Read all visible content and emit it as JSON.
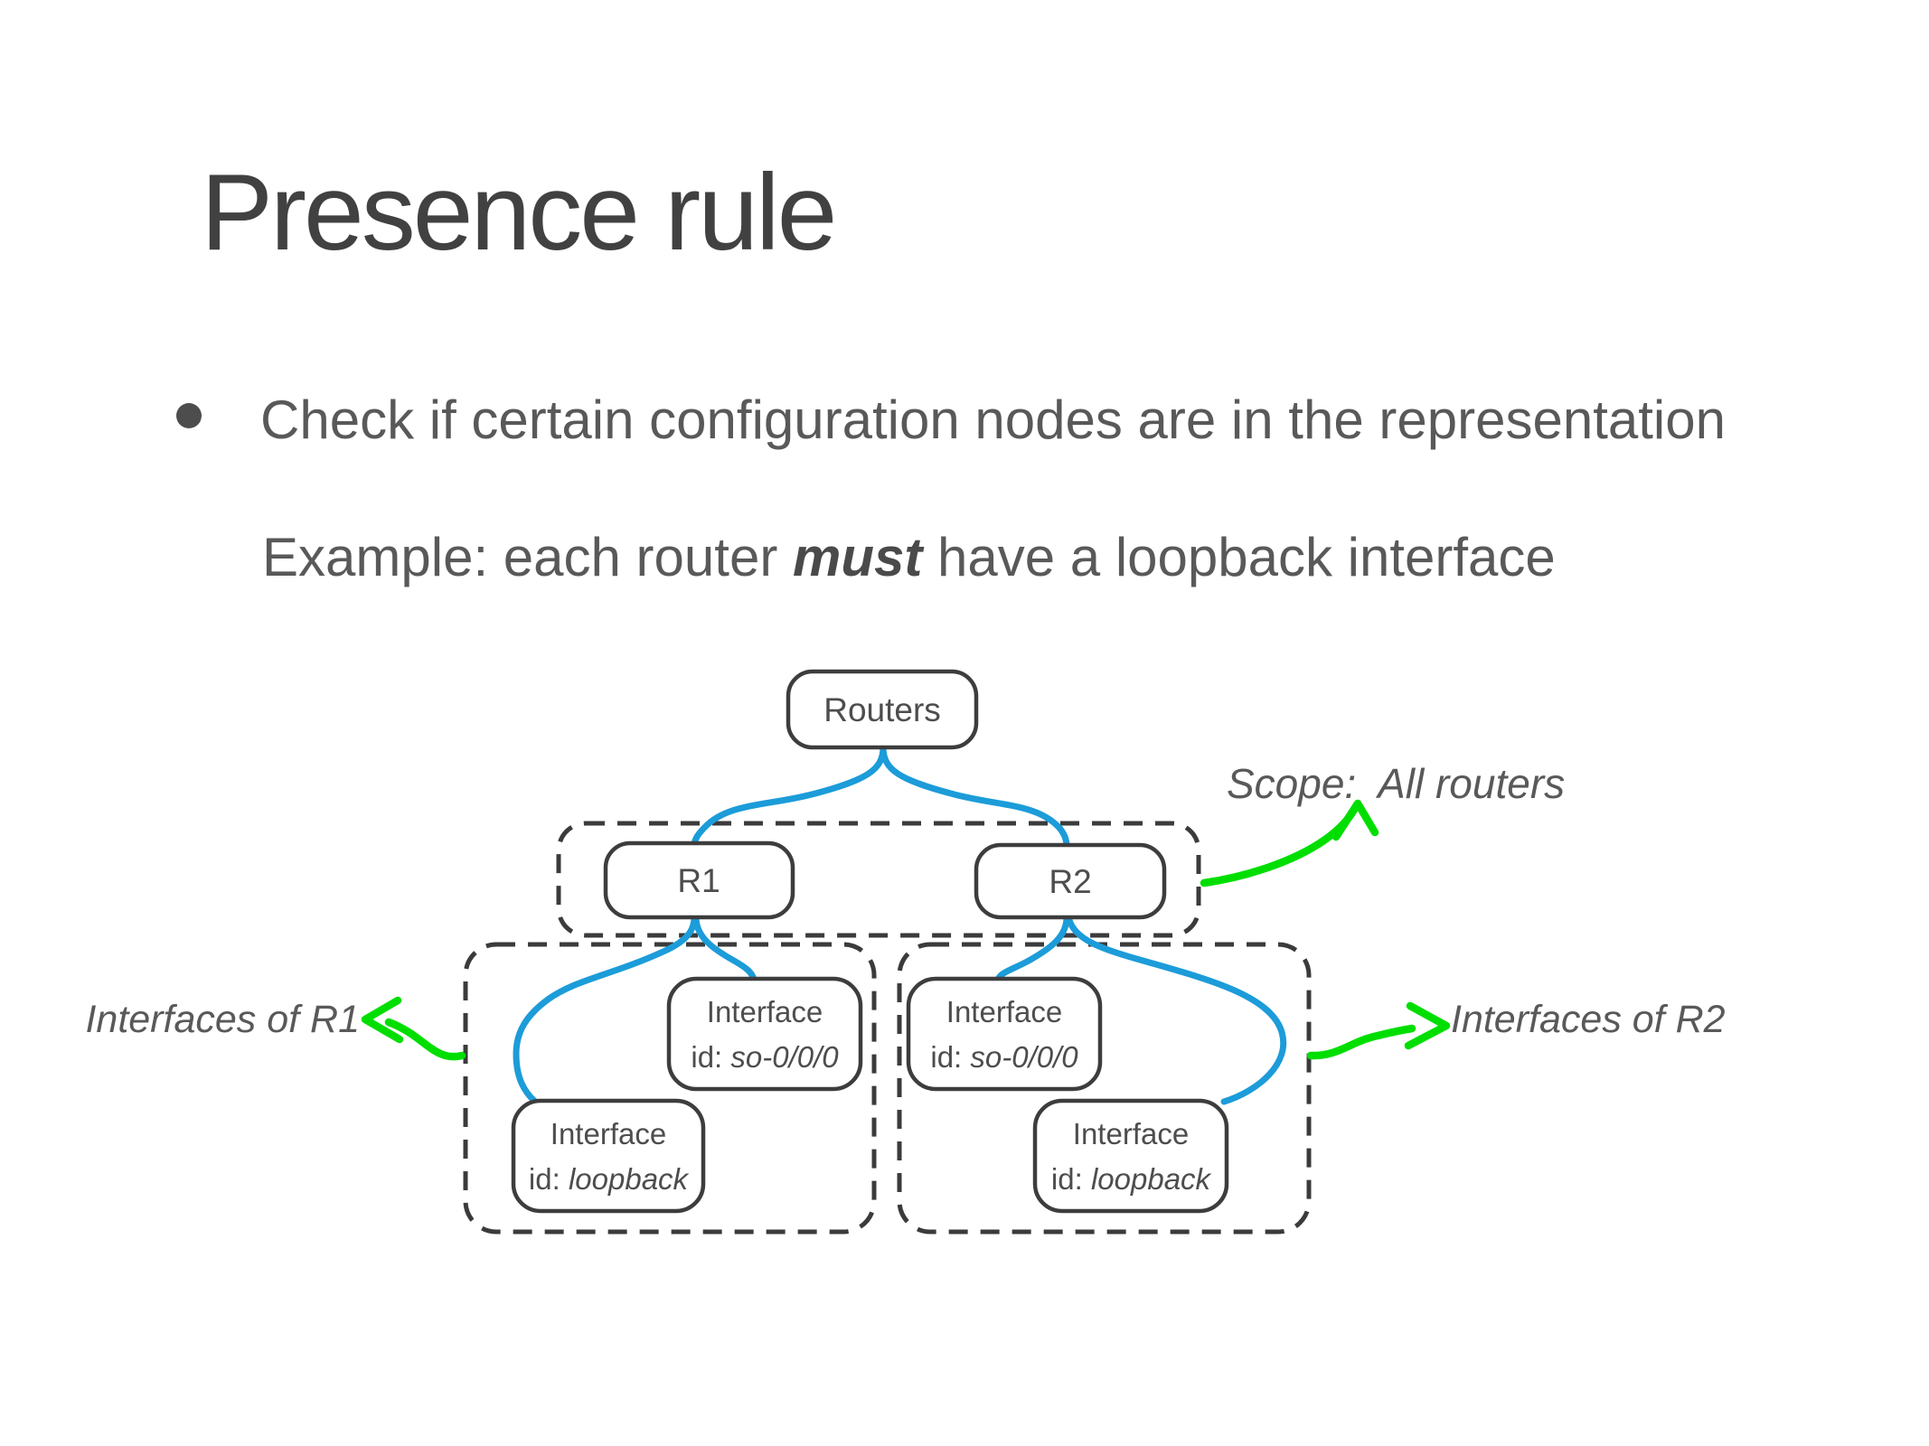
{
  "slide": {
    "title": "Presence rule",
    "bullet_text": "Check if certain configuration nodes are in the representation",
    "example": {
      "prefix": "Example: each router ",
      "emphasis": "must",
      "suffix": " have a loopback interface"
    }
  },
  "colors": {
    "connector_blue": "#1c9cd9",
    "annotation_green": "#00de00",
    "outline_gray": "#3d3d3d",
    "text_gray": "#595959"
  },
  "diagram": {
    "root_label": "Routers",
    "r1_label": "R1",
    "r2_label": "R2",
    "interface_label": "Interface",
    "id_prefix": "id: ",
    "so_id": "so-0/0/0",
    "loopback_id": "loopback",
    "scope_note": "Scope:  All routers",
    "r1_note": "Interfaces of R1",
    "r2_note": "Interfaces of R2"
  }
}
